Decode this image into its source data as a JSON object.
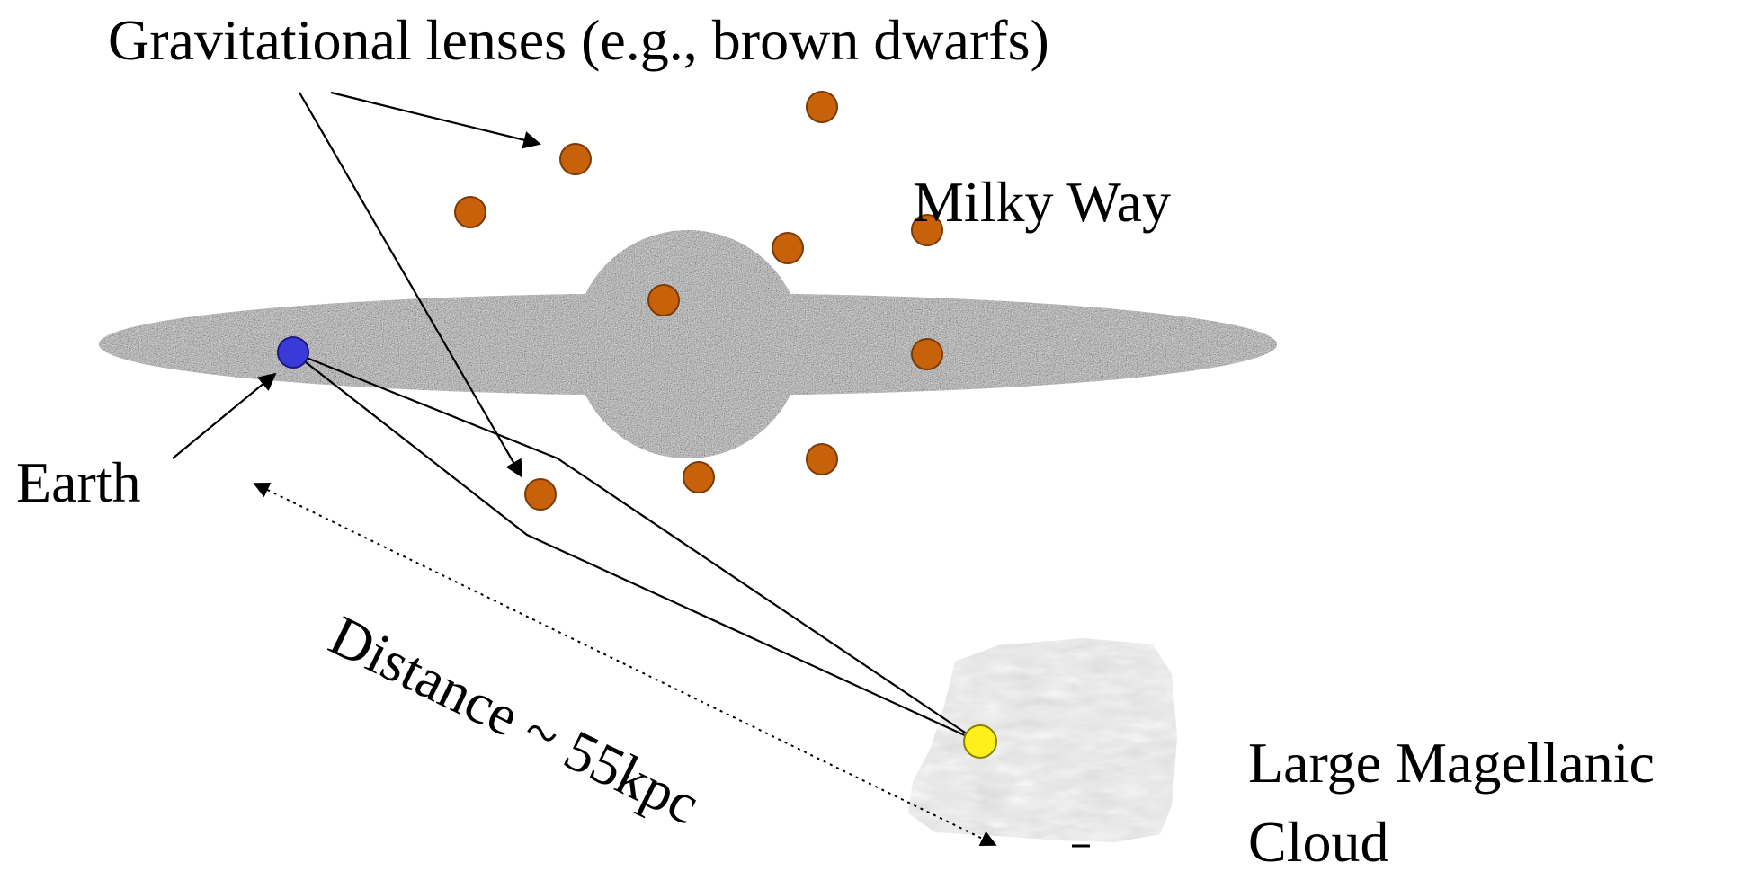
{
  "labels": {
    "lenses": "Gravitational lenses (e.g., brown dwarfs)",
    "milky_way": "Milky Way",
    "earth": "Earth",
    "distance": "Distance ~ 55kpc",
    "lmc_line1": "Large Magellanic",
    "lmc_line2": "Cloud"
  },
  "colors": {
    "lens_dot": "#c8620a",
    "earth_dot": "#3a3ad8",
    "lmc_star": "#ffef1a",
    "galaxy": "#a8a8a8",
    "cloud": "#e4e4e4"
  }
}
